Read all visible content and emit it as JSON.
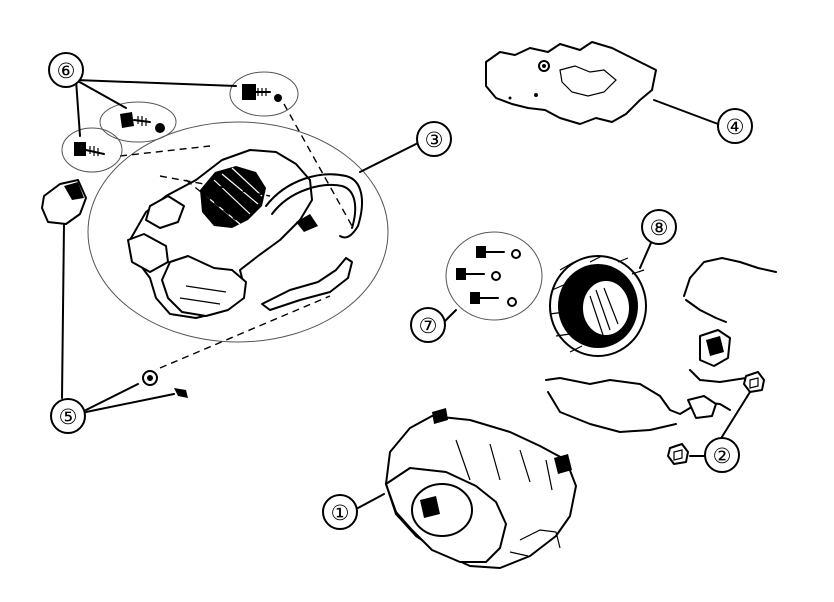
{
  "diagram": {
    "callouts": [
      {
        "id": "1",
        "label": "①",
        "part": "blower-housing"
      },
      {
        "id": "2",
        "label": "②",
        "part": "nuts"
      },
      {
        "id": "3",
        "label": "③",
        "part": "shroud-assembly"
      },
      {
        "id": "4",
        "label": "④",
        "part": "cover-plate"
      },
      {
        "id": "5",
        "label": "⑤",
        "part": "clip-and-screw"
      },
      {
        "id": "6",
        "label": "⑥",
        "part": "screws"
      },
      {
        "id": "7",
        "label": "⑦",
        "part": "screws-and-washers"
      },
      {
        "id": "8",
        "label": "⑧",
        "part": "flywheel-fan"
      }
    ]
  }
}
